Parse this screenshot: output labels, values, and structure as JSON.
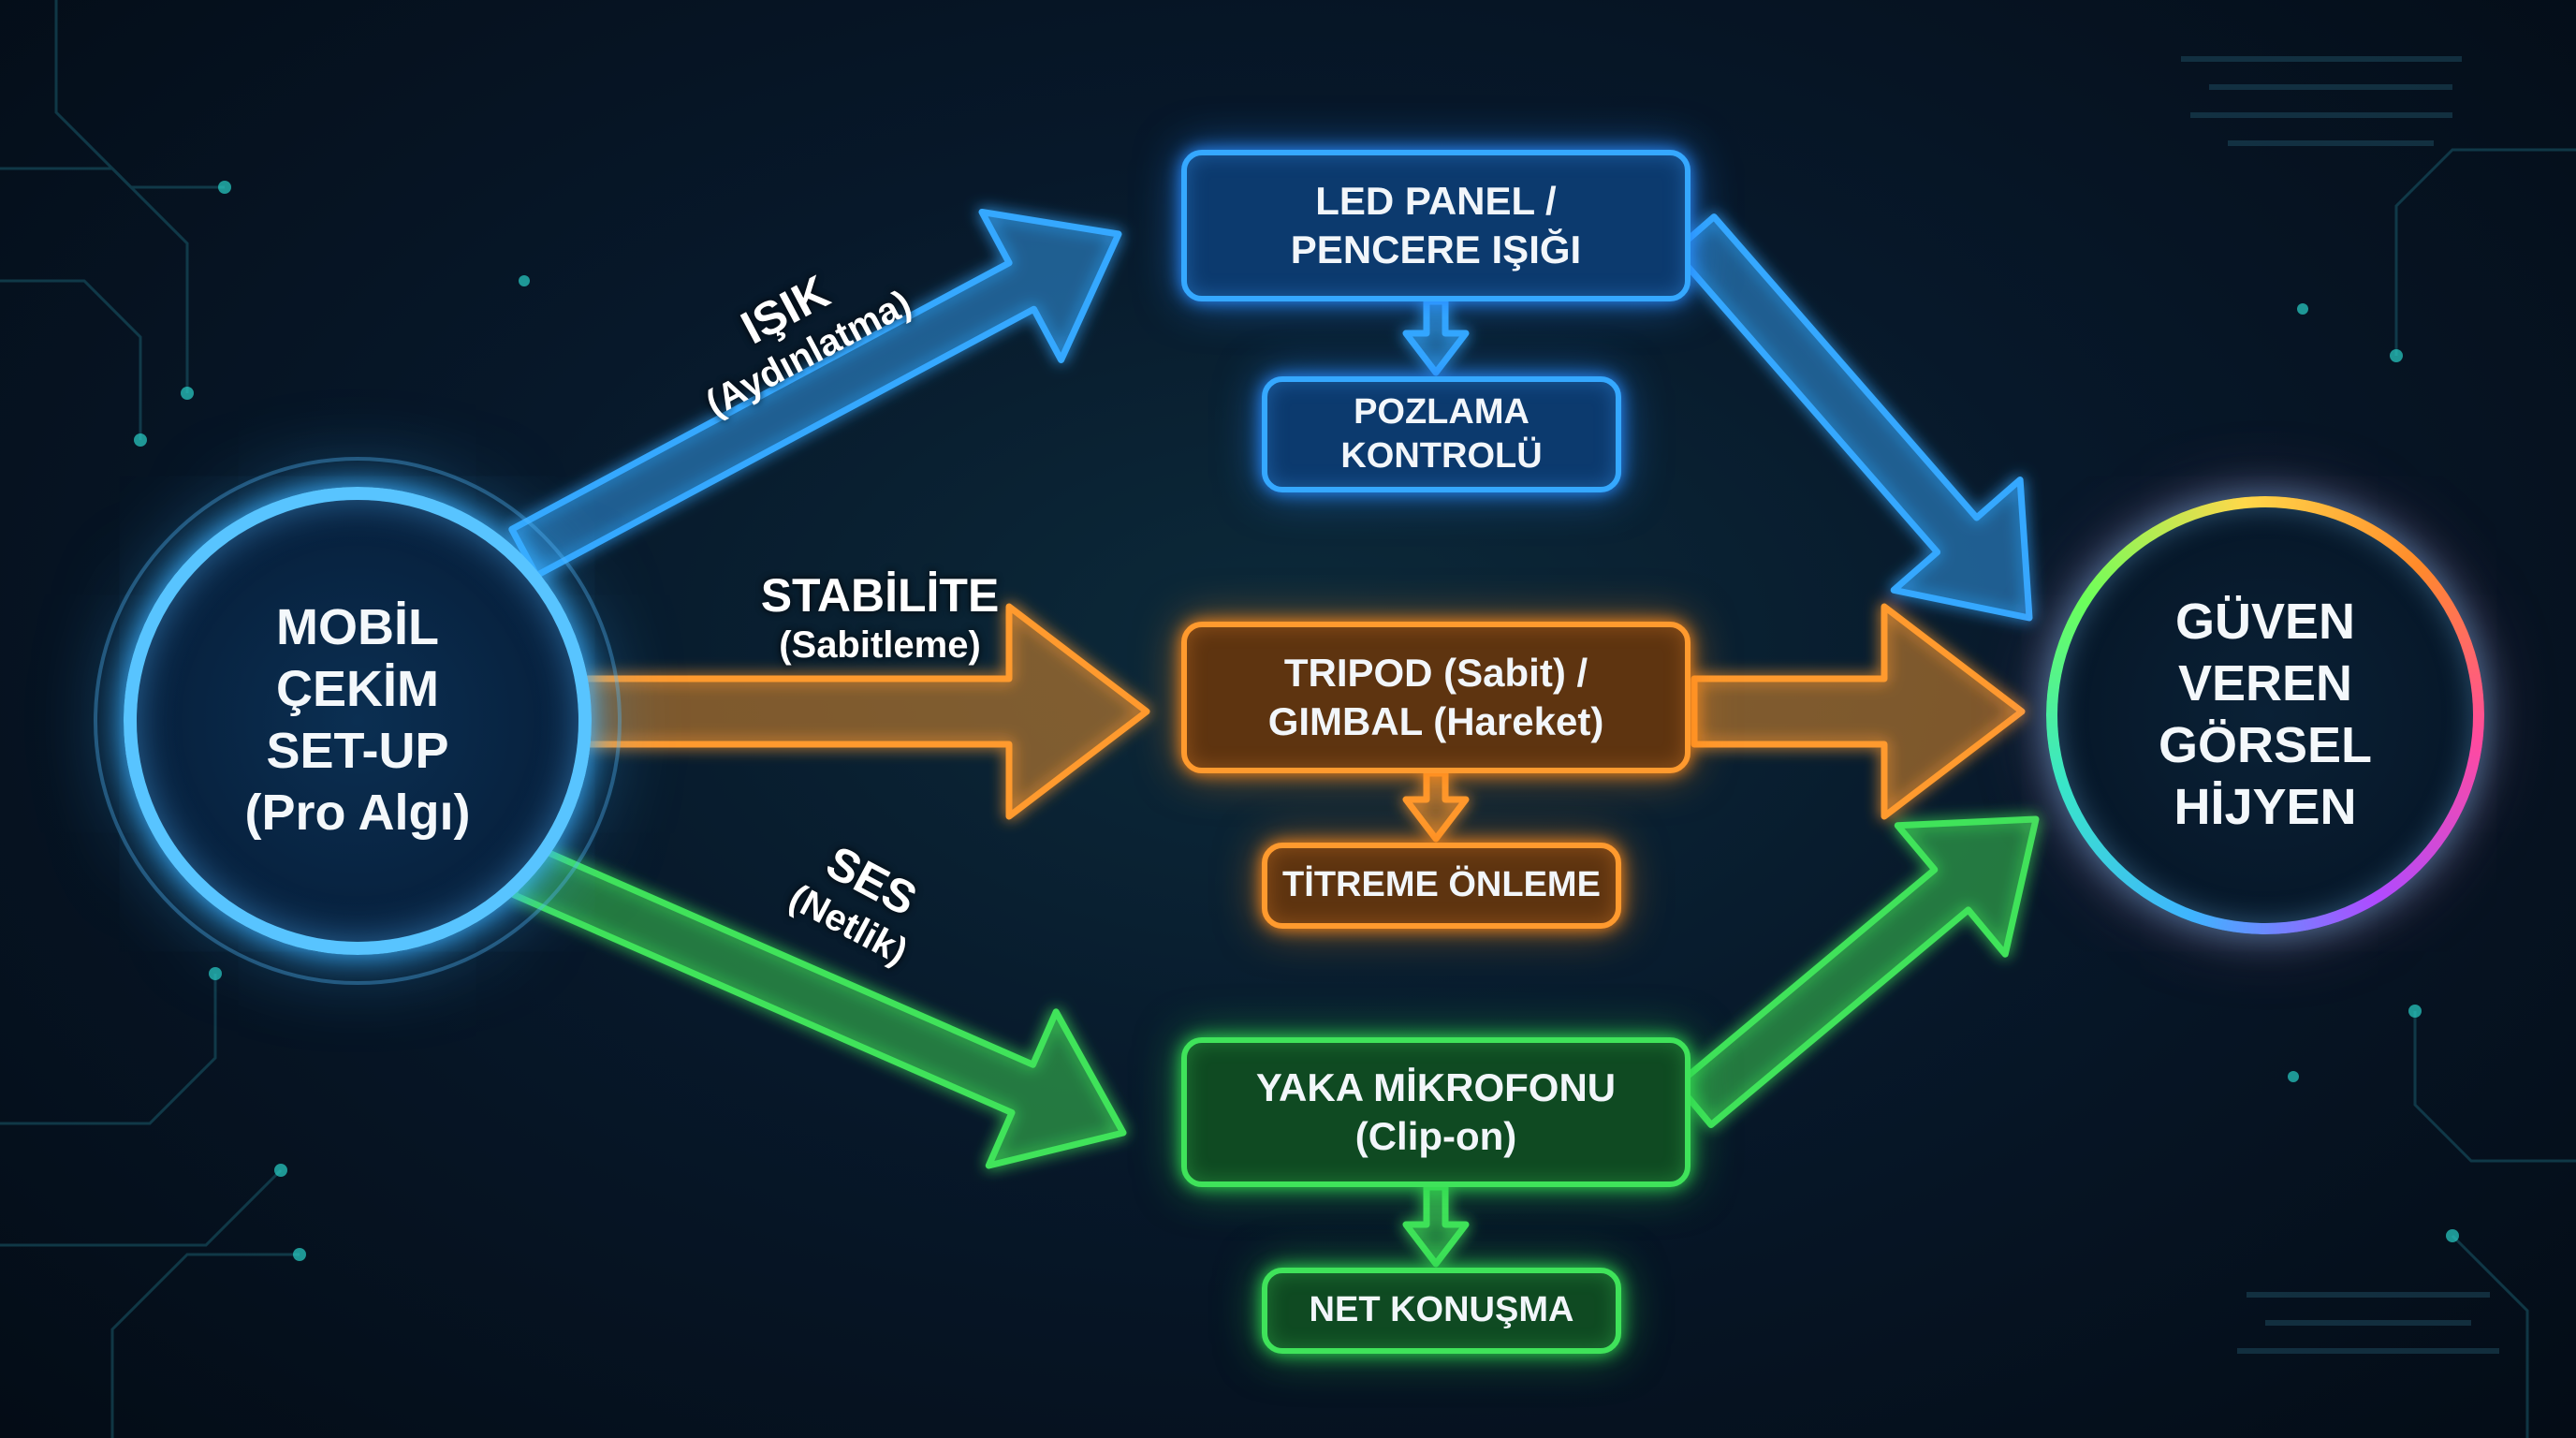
{
  "source": {
    "lines": [
      "MOBİL",
      "ÇEKİM",
      "SET-UP",
      "(Pro Algı)"
    ]
  },
  "target": {
    "lines": [
      "GÜVEN",
      "VEREN",
      "GÖRSEL",
      "HİJYEN"
    ]
  },
  "branches": [
    {
      "label_main": "IŞIK",
      "label_sub": "(Aydınlatma)",
      "color": "#35a8ff",
      "primary": [
        "LED PANEL /",
        "PENCERE IŞIĞI"
      ],
      "secondary": [
        "POZLAMA",
        "KONTROLÜ"
      ]
    },
    {
      "label_main": "STABİLİTE",
      "label_sub": "(Sabitleme)",
      "color": "#ff9a2e",
      "primary": [
        "TRIPOD (Sabit) /",
        "GIMBAL (Hareket)"
      ],
      "secondary": [
        "TİTREME ÖNLEME"
      ]
    },
    {
      "label_main": "SES",
      "label_sub": "(Netlik)",
      "color": "#3fe35a",
      "primary": [
        "YAKA MİKROFONU",
        "(Clip-on)"
      ],
      "secondary": [
        "NET KONUŞMA"
      ]
    }
  ]
}
